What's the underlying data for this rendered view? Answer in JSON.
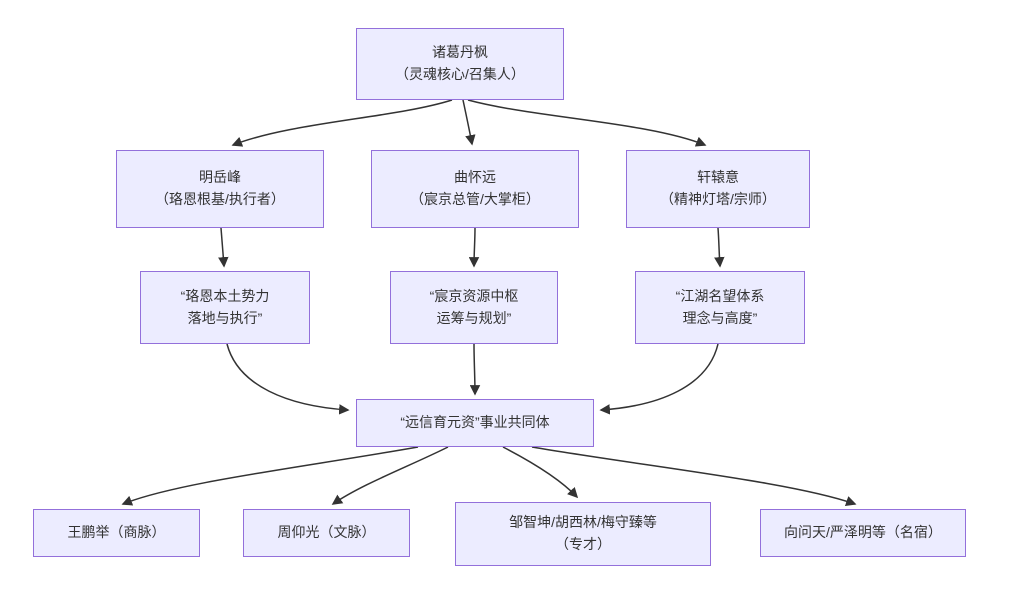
{
  "diagram": {
    "type": "flowchart",
    "colors": {
      "node_fill": "#ECECFF",
      "node_border": "#9370DB",
      "edge": "#333333",
      "text": "#333333",
      "background": "#ffffff"
    },
    "nodes": {
      "root": {
        "line1": "诸葛丹枫",
        "line2": "（灵魂核心/召集人）"
      },
      "ming": {
        "line1": "明岳峰",
        "line2": "（珞恩根基/执行者）"
      },
      "qu": {
        "line1": "曲怀远",
        "line2": "（宸京总管/大掌柜）"
      },
      "xuan": {
        "line1": "轩辕意",
        "line2": "（精神灯塔/宗师）"
      },
      "role_ming": {
        "line1": "“珞恩本土势力",
        "line2": "落地与执行”"
      },
      "role_qu": {
        "line1": "“宸京资源中枢",
        "line2": "运筹与规划”"
      },
      "role_xuan": {
        "line1": "“江湖名望体系",
        "line2": "理念与高度”"
      },
      "community": {
        "line1": "“远信育元资”事业共同体"
      },
      "wang": {
        "line1": "王鹏举（商脉）"
      },
      "zhou": {
        "line1": "周仰光（文脉）"
      },
      "zou": {
        "line1": "邹智坤/胡西林/梅守臻等",
        "line2": "（专才）"
      },
      "xiang": {
        "line1": "向问天/严泽明等（名宿）"
      }
    },
    "edges": [
      {
        "from": "root",
        "to": "ming"
      },
      {
        "from": "root",
        "to": "qu"
      },
      {
        "from": "root",
        "to": "xuan"
      },
      {
        "from": "ming",
        "to": "role_ming"
      },
      {
        "from": "qu",
        "to": "role_qu"
      },
      {
        "from": "xuan",
        "to": "role_xuan"
      },
      {
        "from": "role_ming",
        "to": "community"
      },
      {
        "from": "role_qu",
        "to": "community"
      },
      {
        "from": "role_xuan",
        "to": "community"
      },
      {
        "from": "community",
        "to": "wang"
      },
      {
        "from": "community",
        "to": "zhou"
      },
      {
        "from": "community",
        "to": "zou"
      },
      {
        "from": "community",
        "to": "xiang"
      }
    ]
  }
}
